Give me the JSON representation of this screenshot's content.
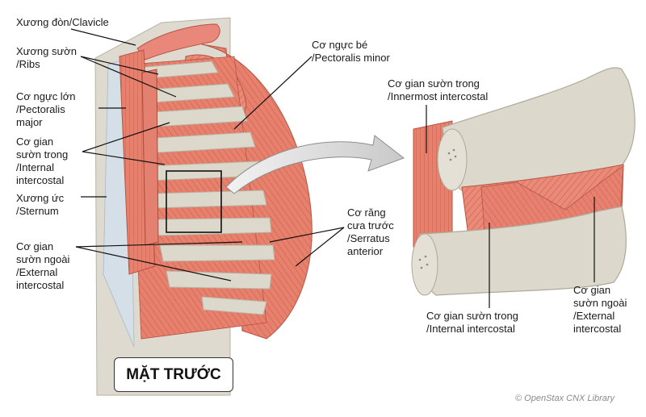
{
  "labels": {
    "clavicle": "Xương đòn/Clavicle",
    "ribs_vi": "Xương sườn",
    "ribs_en": "/Ribs",
    "pect_major_vi": "Cơ ngực lớn",
    "pect_major_en1": "/Pectoralis",
    "pect_major_en2": "major",
    "internal_vi1": "Cơ gian",
    "internal_vi2": "sườn trong",
    "internal_en1": "/Internal",
    "internal_en2": "intercostal",
    "sternum_vi": "Xương ức",
    "sternum_en": "/Sternum",
    "external_vi1": "Cơ gian",
    "external_vi2": "sườn ngoài",
    "external_en1": "/External",
    "external_en2": "intercostal",
    "pect_minor_vi": "Cơ ngực bé",
    "pect_minor_en": "/Pectoralis minor",
    "serratus_vi1": "Cơ răng",
    "serratus_vi2": "cưa trước",
    "serratus_en": "/Serratus",
    "serratus_en2": "anterior",
    "innermost_vi": "Cơ gian sườn trong",
    "innermost_en": "/Innermost intercostal",
    "detail_internal_vi": "Cơ gian sườn trong",
    "detail_internal_en": "/Internal intercostal",
    "detail_external_vi1": "Cơ gian",
    "detail_external_vi2": "sườn ngoài",
    "detail_external_en1": "/External",
    "detail_external_en2": "intercostal"
  },
  "view_label": "MẶT TRƯỚC",
  "credit": "© OpenStax CNX Library",
  "colors": {
    "muscle": "#e8806e",
    "muscle_dark": "#c9604f",
    "bone": "#dcd8cc",
    "bone_edge": "#b8b2a2",
    "tendon": "#c9d6e2"
  }
}
